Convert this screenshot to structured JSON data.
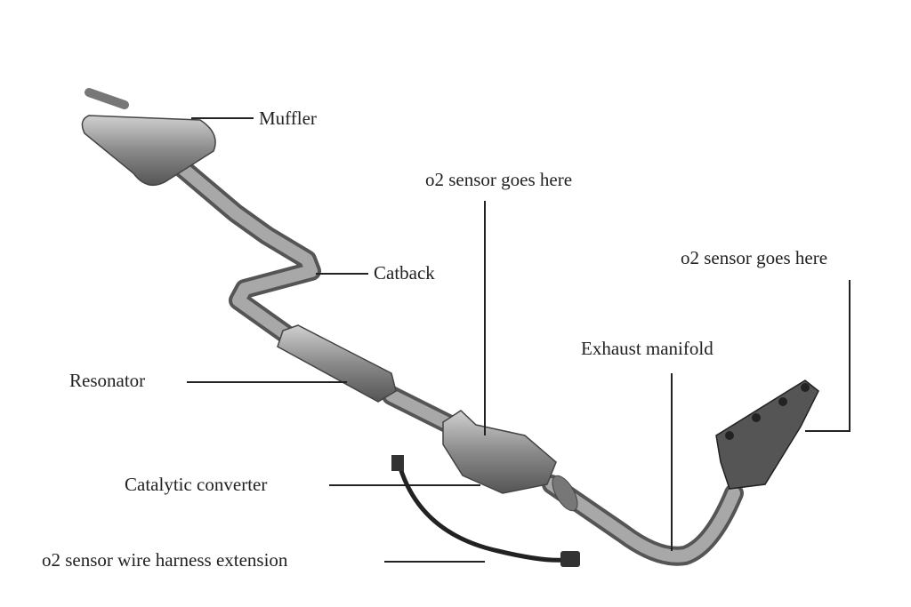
{
  "labels": {
    "muffler": "Muffler",
    "o2_sensor_1": "o2 sensor goes here",
    "o2_sensor_2": "o2 sensor goes here",
    "catback": "Catback",
    "exhaust_manifold": "Exhaust manifold",
    "resonator": "Resonator",
    "catalytic_converter": "Catalytic converter",
    "wire_harness": "o2 sensor wire harness extension"
  },
  "colors": {
    "metal": "#8a8a8a",
    "metal_light": "#c4c4c4",
    "metal_dark": "#4a4a4a",
    "leader": "#222222"
  }
}
